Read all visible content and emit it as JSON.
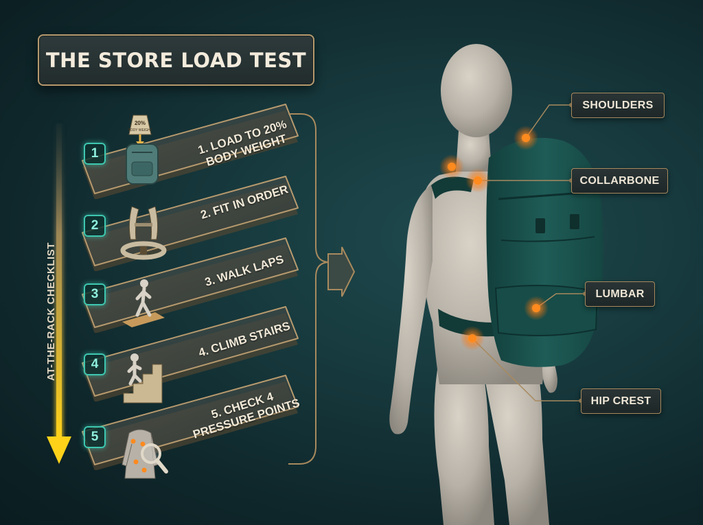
{
  "title": "THE STORE LOAD TEST",
  "side_label": "AT-THE-RACK CHECKLIST",
  "steps": [
    {
      "number": "1",
      "icon": "backpack-with-weight-tag-icon",
      "tag_text": "20% BODY WEIGHT",
      "line1": "1. LOAD TO 20%",
      "line2": "BODY WEIGHT"
    },
    {
      "number": "2",
      "icon": "harness-and-hip-belt-icon",
      "line1": "2. FIT IN ORDER",
      "line2": ""
    },
    {
      "number": "3",
      "icon": "walking-person-icon",
      "line1": "3. WALK LAPS",
      "line2": ""
    },
    {
      "number": "4",
      "icon": "climbing-stairs-icon",
      "line1": "4. CLIMB STAIRS",
      "line2": ""
    },
    {
      "number": "5",
      "icon": "torso-magnifier-icon",
      "line1": "5. CHECK 4",
      "line2": "PRESSURE POINTS"
    }
  ],
  "pressure_points": [
    {
      "label": "SHOULDERS"
    },
    {
      "label": "COLLARBONE"
    },
    {
      "label": "LUMBAR"
    },
    {
      "label": "HIP CREST"
    }
  ],
  "colors": {
    "accent_teal": "#3ec7b0",
    "glow_orange": "#ff8a1e",
    "frame_tan": "#b79a6e",
    "arrow_yellow": "#ffd21a",
    "backpack_green": "#1d5a55",
    "mannequin": "#bdb7ad"
  }
}
